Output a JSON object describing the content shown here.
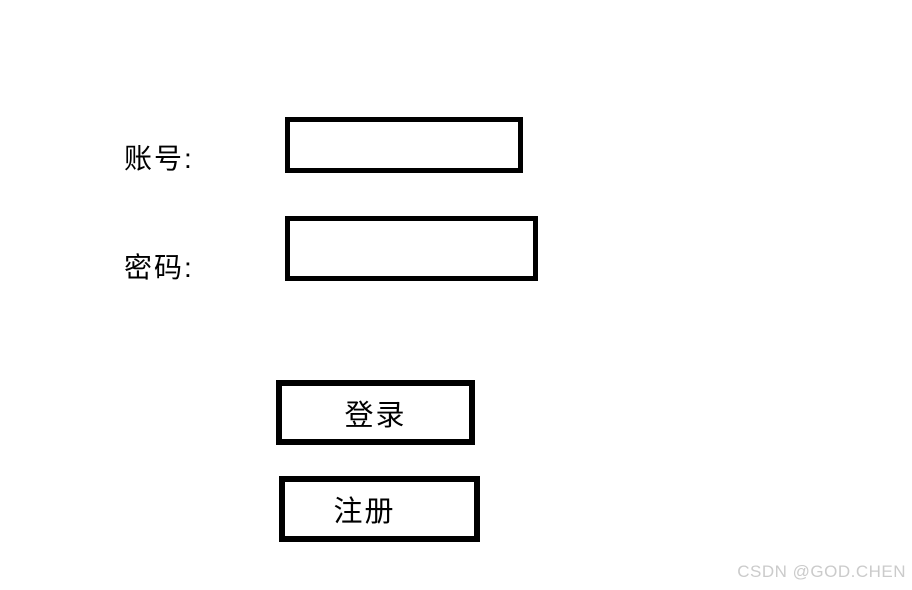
{
  "form": {
    "account": {
      "label": "账号:",
      "value": "",
      "placeholder": ""
    },
    "password": {
      "label": "密码:",
      "value": "",
      "placeholder": ""
    },
    "buttons": {
      "login_label": "登录",
      "register_label": "注册"
    }
  },
  "watermark": {
    "text": "CSDN @GOD.CHEN"
  },
  "colors": {
    "background": "#ffffff",
    "border": "#000000",
    "text": "#000000",
    "watermark_text": "#cbcbcb"
  }
}
